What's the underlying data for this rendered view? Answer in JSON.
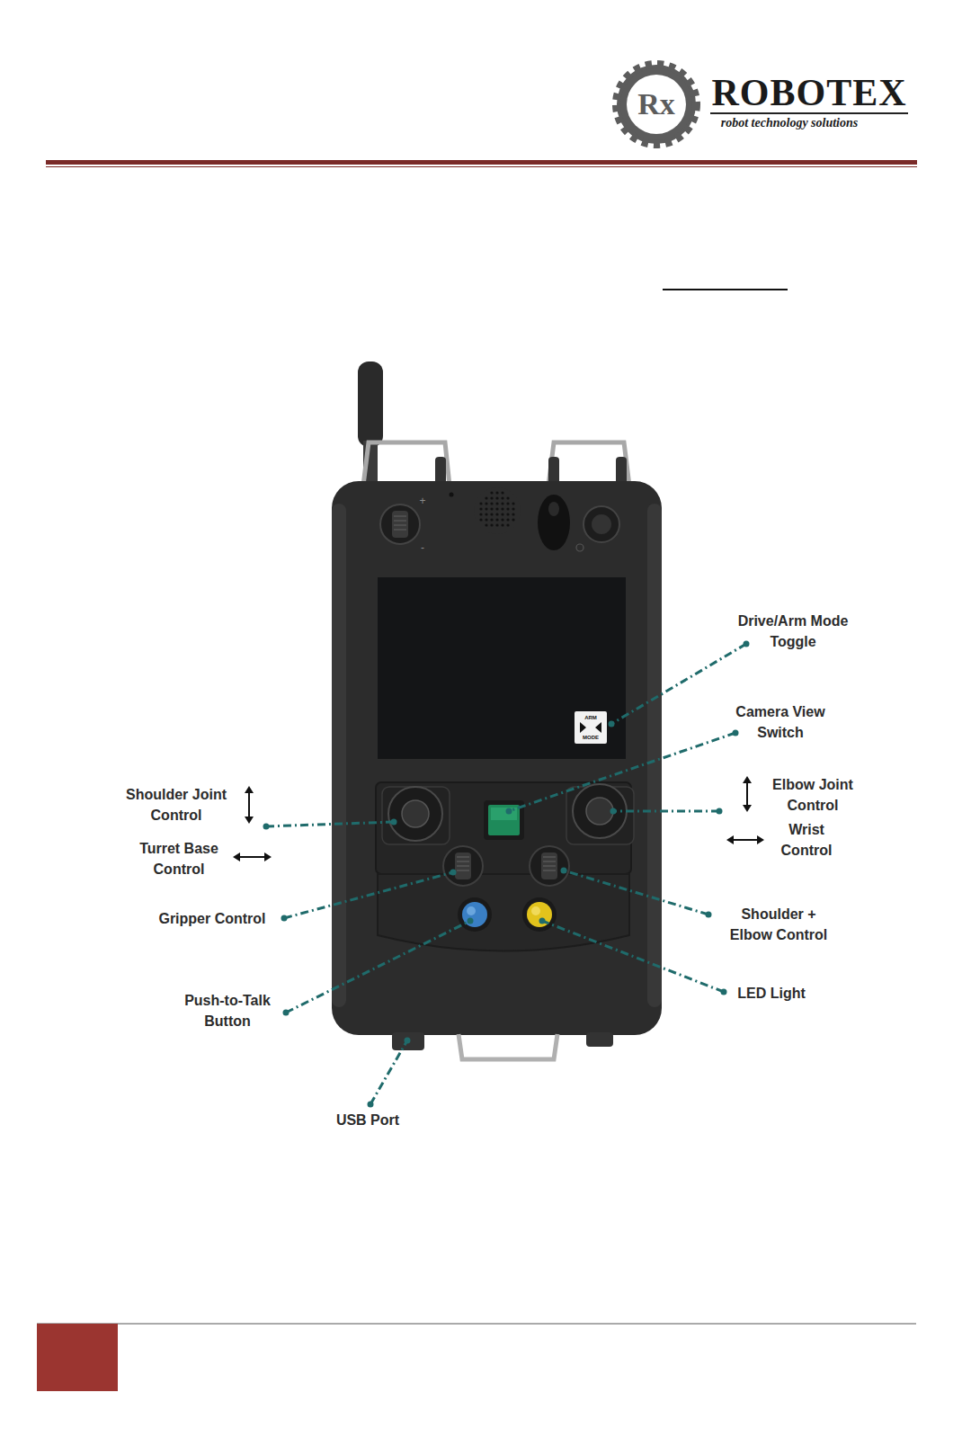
{
  "diagram": {
    "labels": [
      "Rx",
      "ROBOTEX",
      "robot technology solutions",
      "+",
      "-",
      "ARM MODE",
      "Drive/Arm Mode Toggle",
      "Camera View Switch",
      "Shoulder Joint Control",
      "Elbow Joint Control",
      "Turret Base Control",
      "Wrist Control",
      "Gripper Control",
      "Shoulder + Elbow Control",
      "LED Light",
      "Push-to-Talk Button",
      "USB Port"
    ]
  }
}
